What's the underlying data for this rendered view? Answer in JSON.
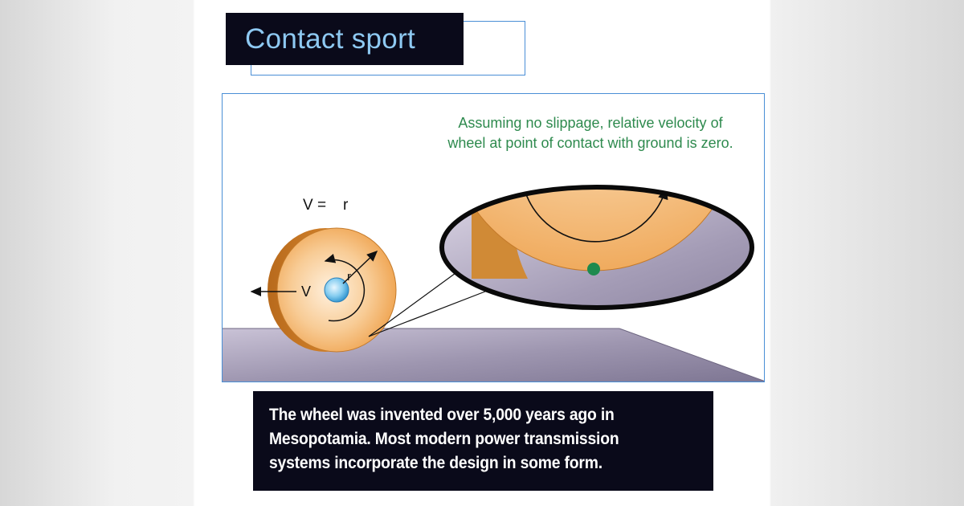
{
  "title": "Contact sport",
  "diagram": {
    "note": "Assuming no slippage, relative velocity of\nwheel at point of contact with ground is zero.",
    "formula_v": "V =",
    "formula_r": "r",
    "label_v": "V",
    "label_r": "r"
  },
  "caption": "The wheel was invented over 5,000 years ago in\nMesopotamia. Most modern power transmission\nsystems incorporate the design in some form.",
  "colors": {
    "title_text": "#8ec9f2",
    "dark_box": "#0a0a1a",
    "frame": "#4a8fd6",
    "note_text": "#2e8a4e",
    "contact_point": "#1e8a4e"
  }
}
